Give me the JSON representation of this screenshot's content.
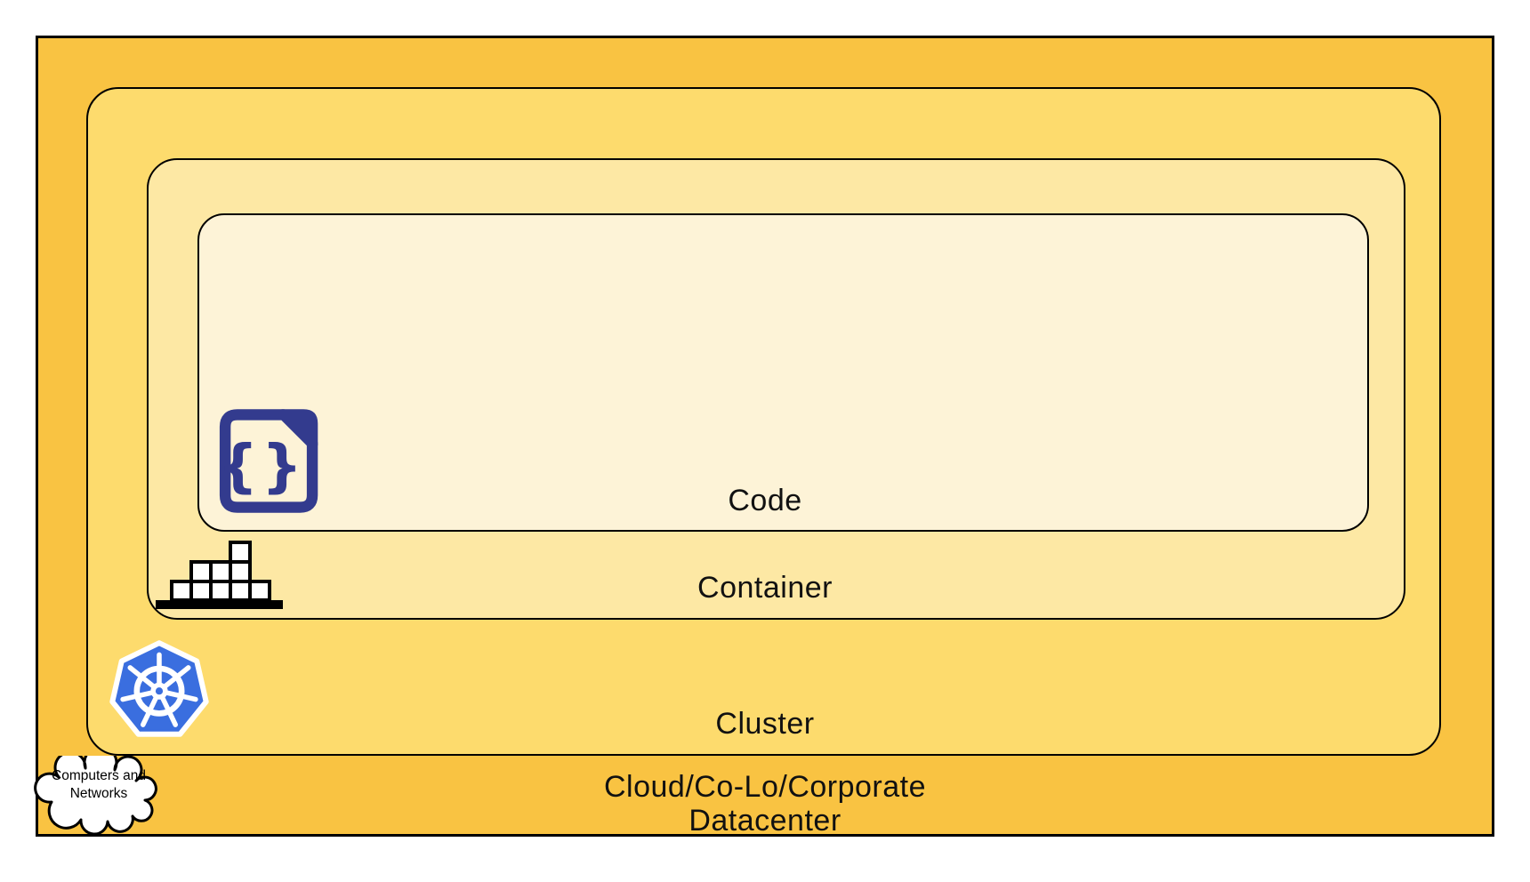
{
  "diagram": {
    "layers": [
      {
        "id": "code",
        "label": "Code"
      },
      {
        "id": "container",
        "label": "Container"
      },
      {
        "id": "cluster",
        "label": "Cluster"
      },
      {
        "id": "datacenter",
        "label_line1": "Cloud/Co-Lo/Corporate",
        "label_line2": "Datacenter"
      }
    ],
    "cloud": {
      "line1": "Computers and",
      "line2": "Networks"
    },
    "code_icon_glyph": "{}",
    "icons": [
      {
        "name": "code-file-icon"
      },
      {
        "name": "container-boxes-icon"
      },
      {
        "name": "kubernetes-icon"
      },
      {
        "name": "cloud-icon"
      }
    ],
    "colors": {
      "datacenter_fill": "#F9C342",
      "cluster_fill": "#FDDB6D",
      "container_fill": "#FDE8A4",
      "code_fill": "#FDF3D7",
      "border": "#000000",
      "kubernetes_blue": "#3A6EDF",
      "code_icon_navy": "#333B8E",
      "text": "#111111"
    }
  }
}
